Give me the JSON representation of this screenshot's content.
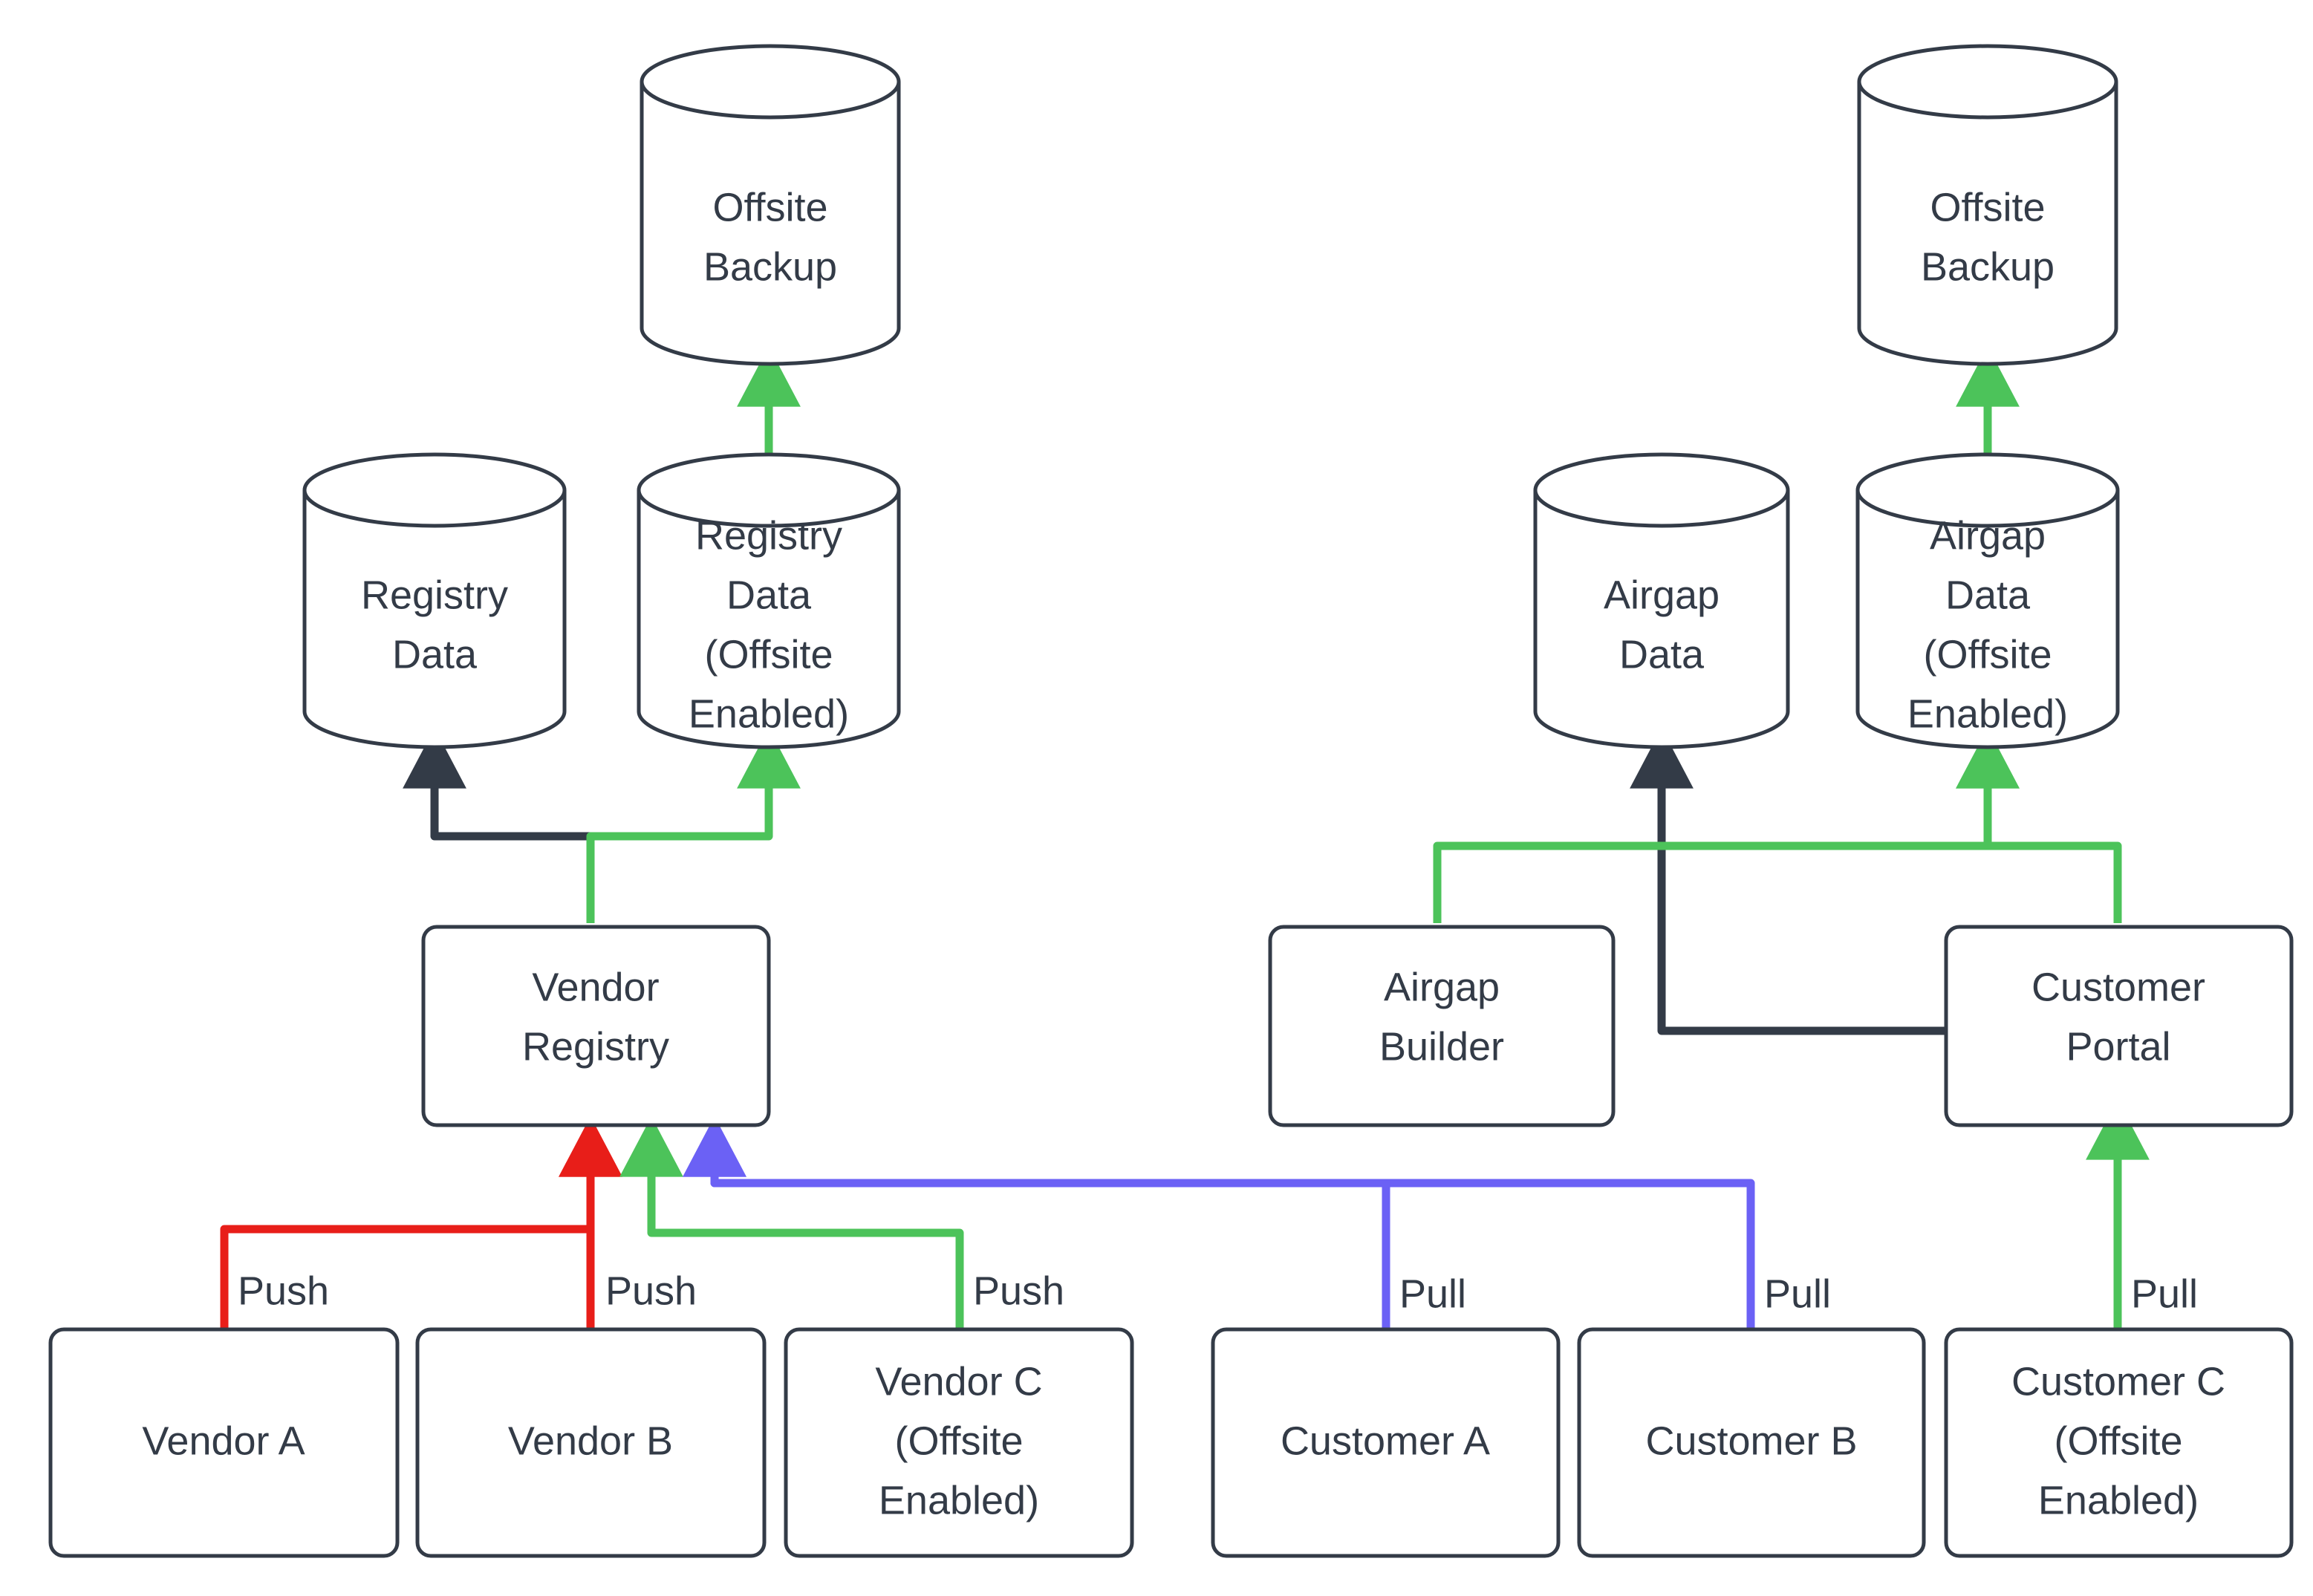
{
  "diagram": {
    "title": "Vendor and Customer Registry Data Flow",
    "background": "#ffffff",
    "colors": {
      "stroke_dark": "#333b47",
      "push_red": "#e81e19",
      "flow_green": "#4cc35a",
      "pull_blue": "#6b61f5",
      "text": "#333b47"
    }
  },
  "nodes": {
    "offsite_backup_left": {
      "label_line1": "Offsite",
      "label_line2": "Backup",
      "shape": "cylinder"
    },
    "offsite_backup_right": {
      "label_line1": "Offsite",
      "label_line2": "Backup",
      "shape": "cylinder"
    },
    "registry_data": {
      "label_line1": "Registry",
      "label_line2": "Data",
      "shape": "cylinder"
    },
    "registry_data_offsite": {
      "label_line1": "Registry",
      "label_line2": "Data",
      "label_line3": "(Offsite",
      "label_line4": "Enabled)",
      "shape": "cylinder"
    },
    "airgap_data": {
      "label_line1": "Airgap",
      "label_line2": "Data",
      "shape": "cylinder"
    },
    "airgap_data_offsite": {
      "label_line1": "Airgap",
      "label_line2": "Data",
      "label_line3": "(Offsite",
      "label_line4": "Enabled)",
      "shape": "cylinder"
    },
    "vendor_registry": {
      "label_line1": "Vendor",
      "label_line2": "Registry",
      "shape": "rounded-rect"
    },
    "airgap_builder": {
      "label_line1": "Airgap",
      "label_line2": "Builder",
      "shape": "rounded-rect"
    },
    "customer_portal": {
      "label_line1": "Customer",
      "label_line2": "Portal",
      "shape": "rounded-rect"
    },
    "vendor_a": {
      "label_line1": "Vendor A",
      "shape": "rounded-rect"
    },
    "vendor_b": {
      "label_line1": "Vendor B",
      "shape": "rounded-rect"
    },
    "vendor_c": {
      "label_line1": "Vendor C",
      "label_line2": "(Offsite",
      "label_line3": "Enabled)",
      "shape": "rounded-rect"
    },
    "customer_a": {
      "label_line1": "Customer A",
      "shape": "rounded-rect"
    },
    "customer_b": {
      "label_line1": "Customer B",
      "shape": "rounded-rect"
    },
    "customer_c": {
      "label_line1": "Customer C",
      "label_line2": "(Offsite",
      "label_line3": "Enabled)",
      "shape": "rounded-rect"
    }
  },
  "edges": [
    {
      "id": "vendor-a-push",
      "from": "vendor_a",
      "to": "vendor_registry",
      "label": "Push",
      "color": "#e81e19"
    },
    {
      "id": "vendor-b-push",
      "from": "vendor_b",
      "to": "vendor_registry",
      "label": "Push",
      "color": "#e81e19"
    },
    {
      "id": "vendor-c-push",
      "from": "vendor_c",
      "to": "vendor_registry",
      "label": "Push",
      "color": "#4cc35a"
    },
    {
      "id": "customer-a-pull",
      "from": "customer_a",
      "to": "vendor_registry",
      "label": "Pull",
      "color": "#6b61f5"
    },
    {
      "id": "customer-b-pull",
      "from": "customer_b",
      "to": "vendor_registry",
      "label": "Pull",
      "color": "#6b61f5"
    },
    {
      "id": "customer-c-pull",
      "from": "customer_c",
      "to": "customer_portal",
      "label": "Pull",
      "color": "#4cc35a"
    },
    {
      "id": "vendor-registry-to-registry-data",
      "from": "vendor_registry",
      "to": "registry_data",
      "label": "",
      "color": "#333b47"
    },
    {
      "id": "vendor-registry-to-registry-data-offsite",
      "from": "vendor_registry",
      "to": "registry_data_offsite",
      "label": "",
      "color": "#4cc35a"
    },
    {
      "id": "registry-data-offsite-to-backup",
      "from": "registry_data_offsite",
      "to": "offsite_backup_left",
      "label": "",
      "color": "#4cc35a"
    },
    {
      "id": "customer-portal-to-airgap-data",
      "from": "customer_portal",
      "to": "airgap_data",
      "label": "",
      "color": "#333b47"
    },
    {
      "id": "airgap-builder-to-airgap-data-offsite",
      "from": "airgap_builder",
      "to": "airgap_data_offsite",
      "label": "",
      "color": "#4cc35a"
    },
    {
      "id": "customer-portal-to-airgap-data-offsite",
      "from": "customer_portal",
      "to": "airgap_data_offsite",
      "label": "",
      "color": "#4cc35a"
    },
    {
      "id": "airgap-data-offsite-to-backup",
      "from": "airgap_data_offsite",
      "to": "offsite_backup_right",
      "label": "",
      "color": "#4cc35a"
    }
  ],
  "edge_labels": {
    "push_1": "Push",
    "push_2": "Push",
    "push_3": "Push",
    "pull_1": "Pull",
    "pull_2": "Pull",
    "pull_3": "Pull"
  }
}
